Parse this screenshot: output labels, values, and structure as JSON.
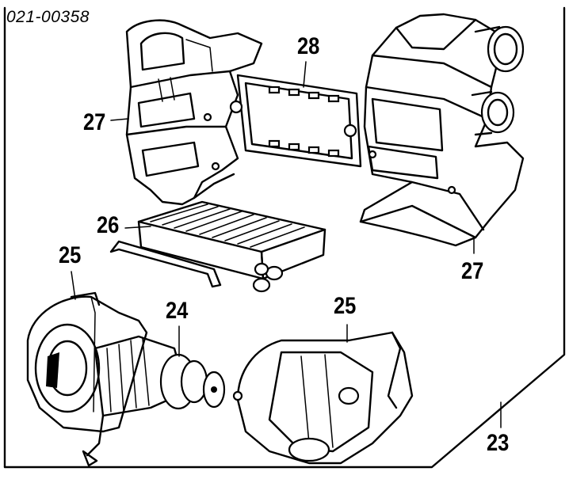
{
  "diagram_id": "021-00358",
  "callouts": {
    "c28": "28",
    "c27_left": "27",
    "c27_right": "27",
    "c26": "26",
    "c25_left": "25",
    "c25_right": "25",
    "c24": "24",
    "c23": "23"
  }
}
